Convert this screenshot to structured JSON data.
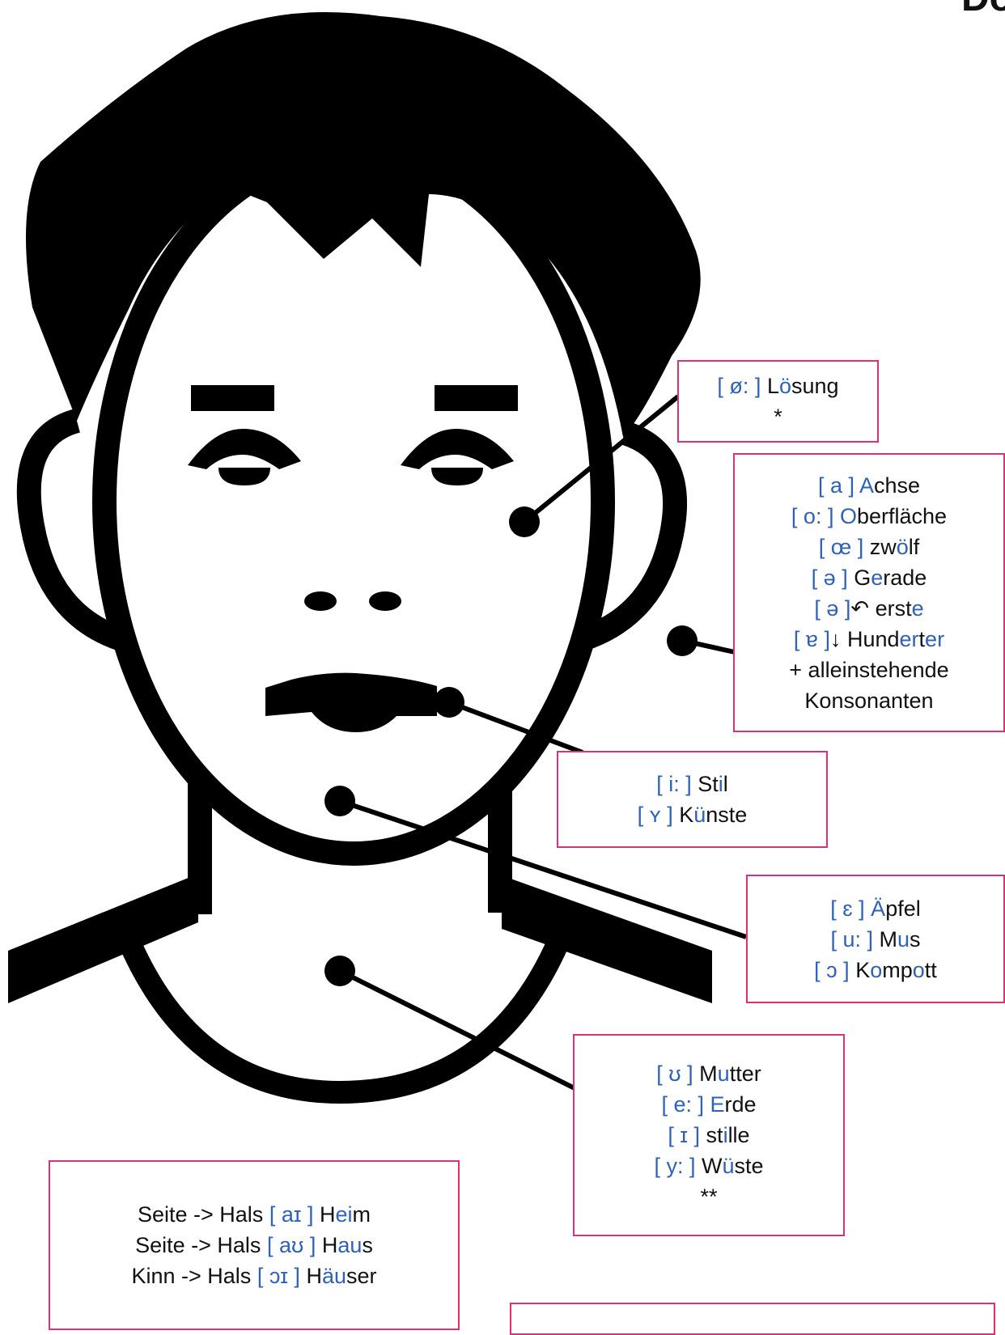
{
  "colors": {
    "accent_border": "#d8327a",
    "ipa_blue": "#2f62b4",
    "ink": "#111111"
  },
  "corner_text": "Do",
  "boxes": {
    "oe": {
      "lines": [
        {
          "ipa": "[ ø: ]",
          "pre": "L",
          "hl": "ö",
          "post": "sung"
        },
        {
          "text": "*"
        }
      ]
    },
    "a": {
      "lines": [
        {
          "ipa": "[ a ]",
          "pre": "",
          "hl": "A",
          "post": "chse"
        },
        {
          "ipa": "[ o: ]",
          "pre": "",
          "hl": "O",
          "post": "berfläche"
        },
        {
          "ipa": "[ œ ]",
          "pre": "zw",
          "hl": "ö",
          "post": "lf"
        },
        {
          "ipa": "[ ə ]",
          "pre": "G",
          "hl": "e",
          "post": "rade"
        },
        {
          "ipa": "[ ə ]",
          "mark": "↶",
          "pre": "erst",
          "hl": "e",
          "post": ""
        },
        {
          "ipa": "[ ɐ ]",
          "mark": "↓",
          "pre": "Hund",
          "hl": "er",
          "post": "t",
          "hl2": "er"
        },
        {
          "text": "+ alleinstehende"
        },
        {
          "text": "Konsonanten"
        }
      ]
    },
    "i": {
      "lines": [
        {
          "ipa": "[ i: ]",
          "pre": "St",
          "hl": "i",
          "post": "l"
        },
        {
          "ipa": "[ ʏ ]",
          "pre": "K",
          "hl": "ü",
          "post": "nste"
        }
      ]
    },
    "e": {
      "lines": [
        {
          "ipa": "[ ɛ ]",
          "pre": "",
          "hl": "Ä",
          "post": "pfel"
        },
        {
          "ipa": "[ u: ]",
          "pre": "M",
          "hl": "u",
          "post": "s"
        },
        {
          "ipa": "[ ɔ ]",
          "pre": "K",
          "hl": "o",
          "post": "mp",
          "hl2": "o",
          "post2": "tt"
        }
      ]
    },
    "u": {
      "lines": [
        {
          "ipa": "[ ʊ ]",
          "pre": "M",
          "hl": "u",
          "post": "tter"
        },
        {
          "ipa": "[ e: ]",
          "pre": "",
          "hl": "E",
          "post": "rde"
        },
        {
          "ipa": "[ ɪ ]",
          "pre": "st",
          "hl": "i",
          "post": "lle"
        },
        {
          "ipa": "[ y: ]",
          "pre": "W",
          "hl": "ü",
          "post": "ste"
        },
        {
          "text": "**"
        }
      ]
    },
    "diph": {
      "lines": [
        {
          "prefix": "Seite -> Hals",
          "ipa": "[ aɪ ]",
          "pre": "H",
          "hl": "ei",
          "post": "m"
        },
        {
          "prefix": "Seite -> Hals",
          "ipa": "[ aʊ ]",
          "pre": "H",
          "hl": "au",
          "post": "s"
        },
        {
          "prefix": "Kinn -> Hals",
          "ipa": "[ ɔɪ ]",
          "pre": "H",
          "hl": "äu",
          "post": "ser"
        }
      ]
    }
  }
}
